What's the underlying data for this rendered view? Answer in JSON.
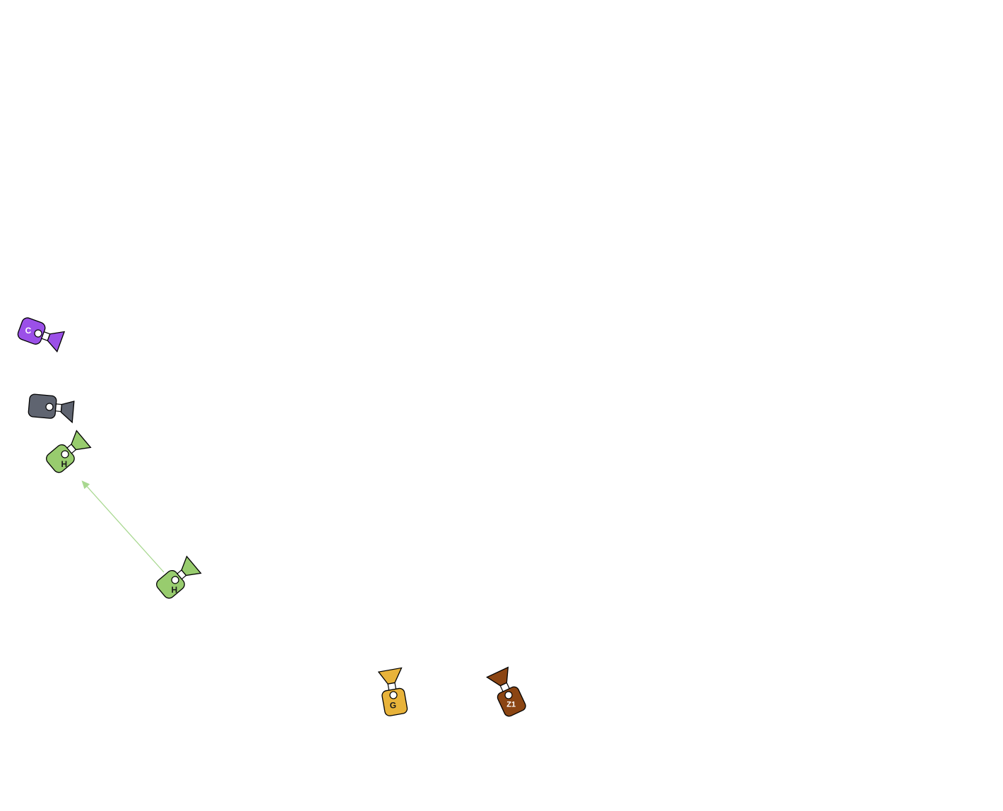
{
  "diagram": {
    "cameras": [
      {
        "id": "cam-c",
        "label": "C",
        "color": "#9b50e8",
        "text_color": "#ffffff",
        "icon": "camera-icon"
      },
      {
        "id": "cam-gray",
        "label": "",
        "color": "#5f6470",
        "text_color": "#ffffff",
        "icon": "camera-icon"
      },
      {
        "id": "cam-h1",
        "label": "H",
        "color": "#98cc6e",
        "text_color": "#1a1a1a",
        "icon": "camera-icon"
      },
      {
        "id": "cam-h2",
        "label": "H",
        "color": "#98cc6e",
        "text_color": "#1a1a1a",
        "icon": "camera-icon"
      },
      {
        "id": "cam-g",
        "label": "G",
        "color": "#e8b33a",
        "text_color": "#1a1a1a",
        "icon": "camera-icon"
      },
      {
        "id": "cam-z1",
        "label": "Z1",
        "color": "#8b4513",
        "text_color": "#ffffff",
        "icon": "camera-icon"
      }
    ],
    "move_arrow": {
      "from": "cam-h2",
      "to": "cam-h1",
      "color": "#a8d890"
    }
  }
}
